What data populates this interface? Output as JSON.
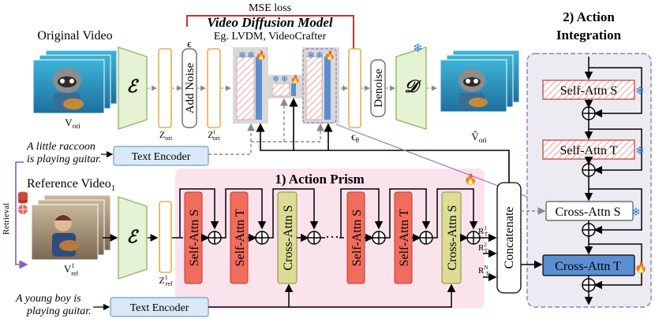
{
  "labels": {
    "mse_loss": "MSE loss",
    "vdm_title": "Video Diffusion Model",
    "vdm_examples": "Eg. LVDM, VideoCrafter",
    "original_video": "Original Video",
    "v_ori": "V",
    "v_ori_sub": "ori",
    "v_hat_ori": "V̂",
    "v_hat_ori_sub": "ori",
    "encoder_symbol": "ℰ",
    "decoder_symbol": "𝒟",
    "z_ori": "Z",
    "z_ori_sub": "ori",
    "z_t_ori": "Z",
    "z_t_ori_sup": "t",
    "z_t_ori_sub": "ori",
    "epsilon": "ϵ",
    "epsilon_theta": "ϵ",
    "epsilon_theta_sub": "θ",
    "add_noise": "Add Noise",
    "denoise": "Denoise",
    "caption_raccoon_1": "A little raccoon",
    "caption_raccoon_2": "is playing guitar.",
    "text_encoder_top": "Text Encoder",
    "text_encoder_bottom": "Text Encoder",
    "retrieval": "Retrieval",
    "reference_video": "Reference Video",
    "reference_video_sub": "1",
    "v_ref": "V",
    "v_ref_sup": "1",
    "v_ref_sub": "ref",
    "z_ref": "Z",
    "z_ref_sup": "1",
    "z_ref_sub": "ref",
    "caption_boy_1": "A young boy is",
    "caption_boy_2": "playing guitar.",
    "action_prism_title": "1) Action Prism",
    "action_integration_1": "2) Action",
    "action_integration_2": "Integration",
    "concatenate": "Concatenate",
    "r1": "R",
    "r1_sup": "1",
    "r2": "R",
    "r2_sup": "2",
    "rn": "R",
    "rn_sup": "N",
    "r_sub": "T",
    "dots": "⋯",
    "blocks": {
      "self_attn_s": "Self-Attn S",
      "self_attn_t": "Self-Attn T",
      "cross_attn_s": "Cross-Attn S",
      "cross_attn_t": "Cross-Attn T"
    },
    "snowflake": "❄",
    "fire": "🔥"
  },
  "colors": {
    "prism_bg": "#fbe3ee",
    "integration_bg": "#ecebf2",
    "integration_border": "#9a7ab8",
    "red_block": "#f06c5c",
    "red_block_border": "#c2392d",
    "green_block": "#dcdc95",
    "green_block_border": "#8a8a3a",
    "blue_block": "#5b8fd1",
    "text_encoder_fill": "#d9e9f6",
    "text_encoder_border": "#6aa0c9",
    "encoder_fill": "#e6f2d4",
    "encoder_border": "#8db86a",
    "latent_border": "#e3b04b",
    "mse_line": "#c0392b",
    "snow_blue": "#2f7fd6",
    "retrieval_purple": "#8a5cc0"
  },
  "icons": [
    "snowflake-icon",
    "fire-icon",
    "database-icon",
    "globe-icon"
  ]
}
